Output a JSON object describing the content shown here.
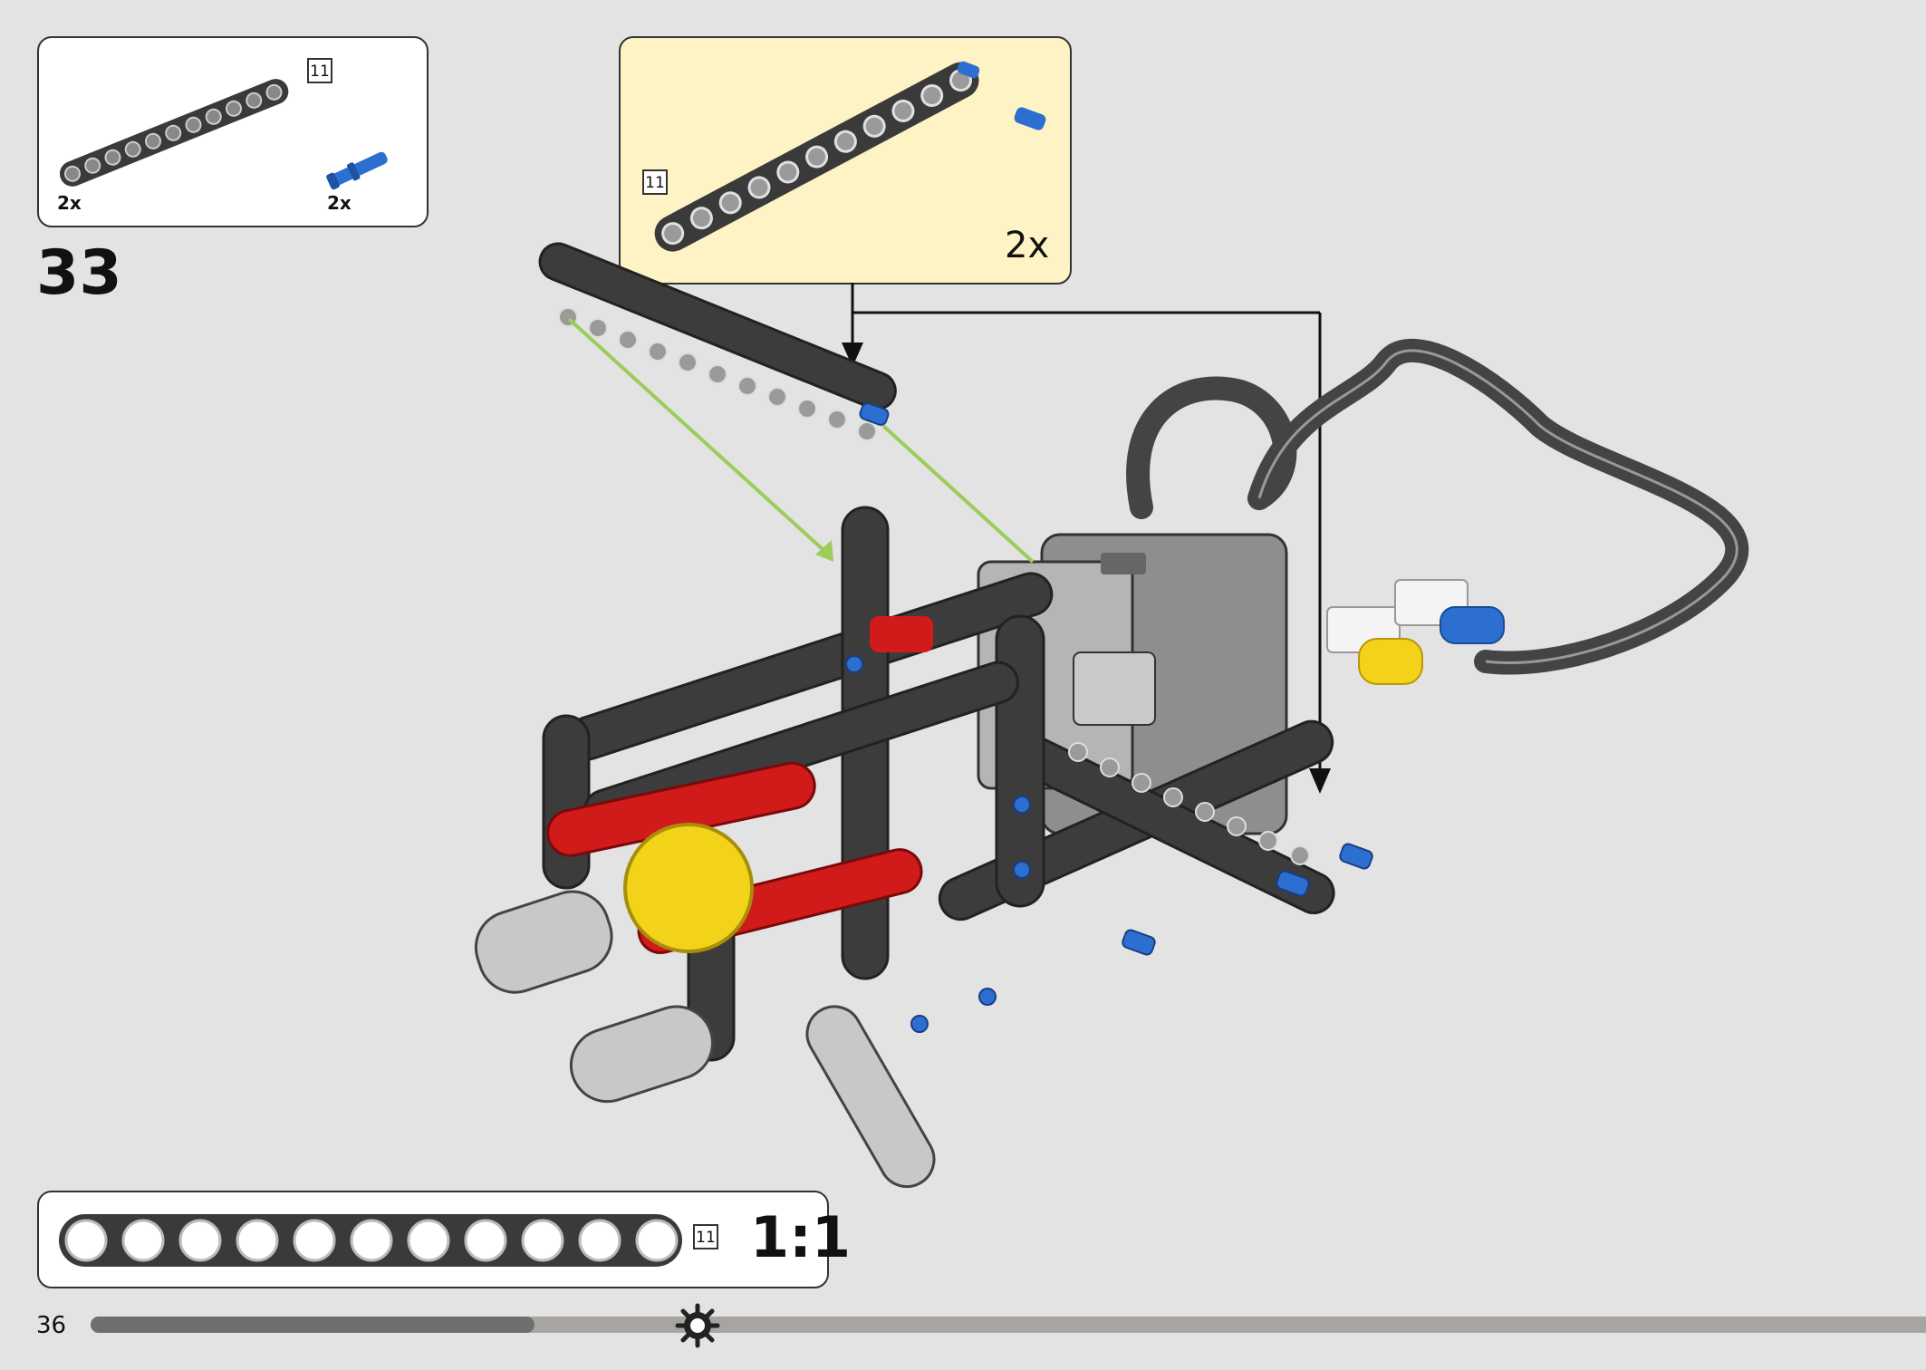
{
  "page": {
    "number": "36",
    "step": "33",
    "progress": 0.24
  },
  "parts_list": {
    "items": [
      {
        "name": "beam-11",
        "qty": "2x",
        "length_label": "11"
      },
      {
        "name": "blue-axle-pin",
        "qty": "2x"
      }
    ]
  },
  "submodel": {
    "qty": "2x",
    "length_label": "11"
  },
  "scale": {
    "length_label": "11",
    "ratio": "1:1",
    "holes": 11
  },
  "colors": {
    "background": "#e3e3e3",
    "submodel_bg": "#fdf3c4",
    "beam_dark": "#3a3a3a",
    "pin_blue": "#2d6fd1",
    "red": "#d11a1a",
    "yellow": "#f3d21a",
    "arrow_green": "#9ccc5a",
    "light_gray": "#bdbdbd"
  }
}
